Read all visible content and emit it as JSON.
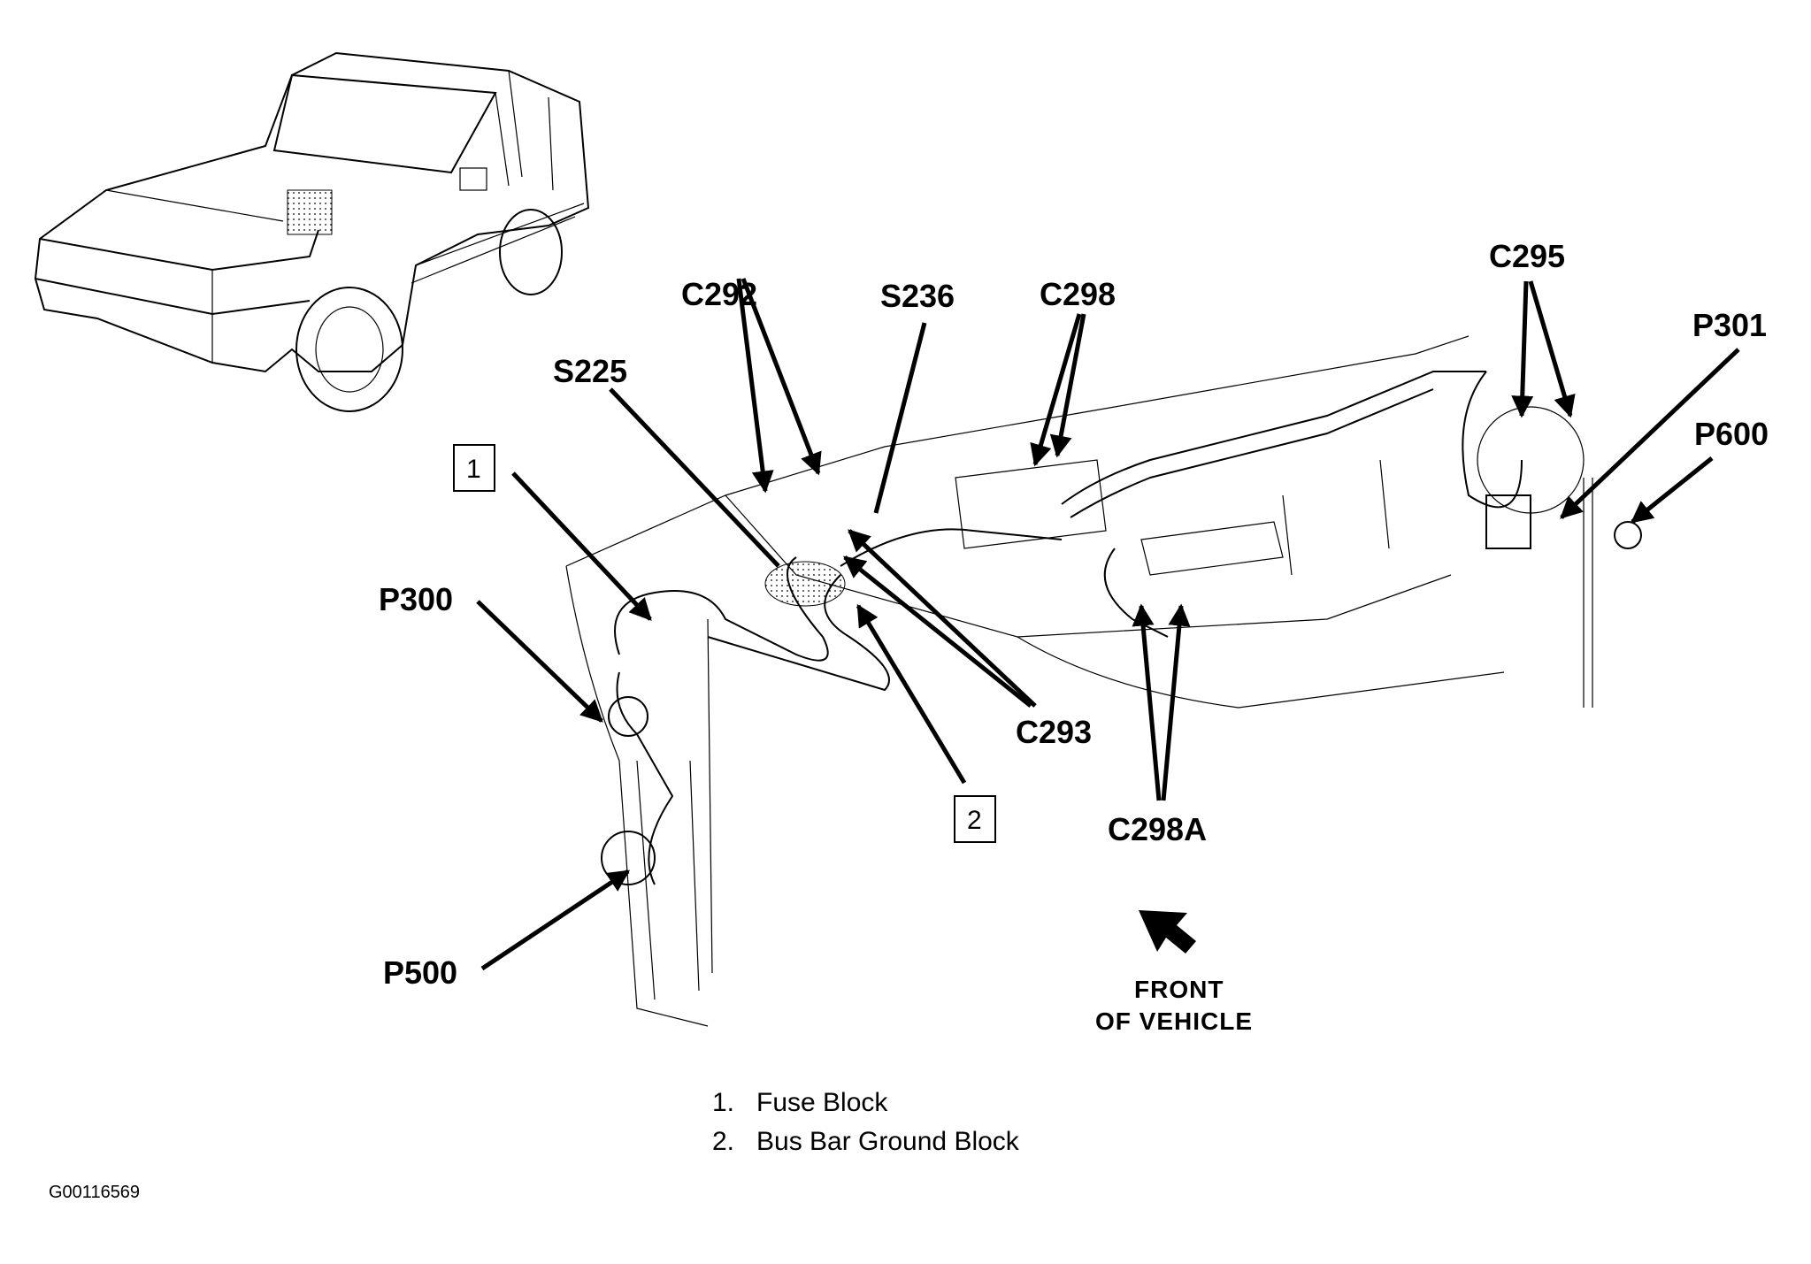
{
  "figure_id": "G00116569",
  "callouts": [
    {
      "id": "C292",
      "label": "C292"
    },
    {
      "id": "S236",
      "label": "S236"
    },
    {
      "id": "C298",
      "label": "C298"
    },
    {
      "id": "S225",
      "label": "S225"
    },
    {
      "id": "C295",
      "label": "C295"
    },
    {
      "id": "P301",
      "label": "P301"
    },
    {
      "id": "P600",
      "label": "P600"
    },
    {
      "id": "P300",
      "label": "P300"
    },
    {
      "id": "P500",
      "label": "P500"
    },
    {
      "id": "C293",
      "label": "C293"
    },
    {
      "id": "C298A",
      "label": "C298A"
    }
  ],
  "numbered_boxes": [
    {
      "number": "1"
    },
    {
      "number": "2"
    }
  ],
  "direction_indicator": {
    "icon": "arrow-up-left-icon",
    "line1": "FRONT",
    "line2": "OF VEHICLE"
  },
  "legend": [
    {
      "number": "1.",
      "text": "Fuse Block"
    },
    {
      "number": "2.",
      "text": "Bus Bar Ground Block"
    }
  ]
}
